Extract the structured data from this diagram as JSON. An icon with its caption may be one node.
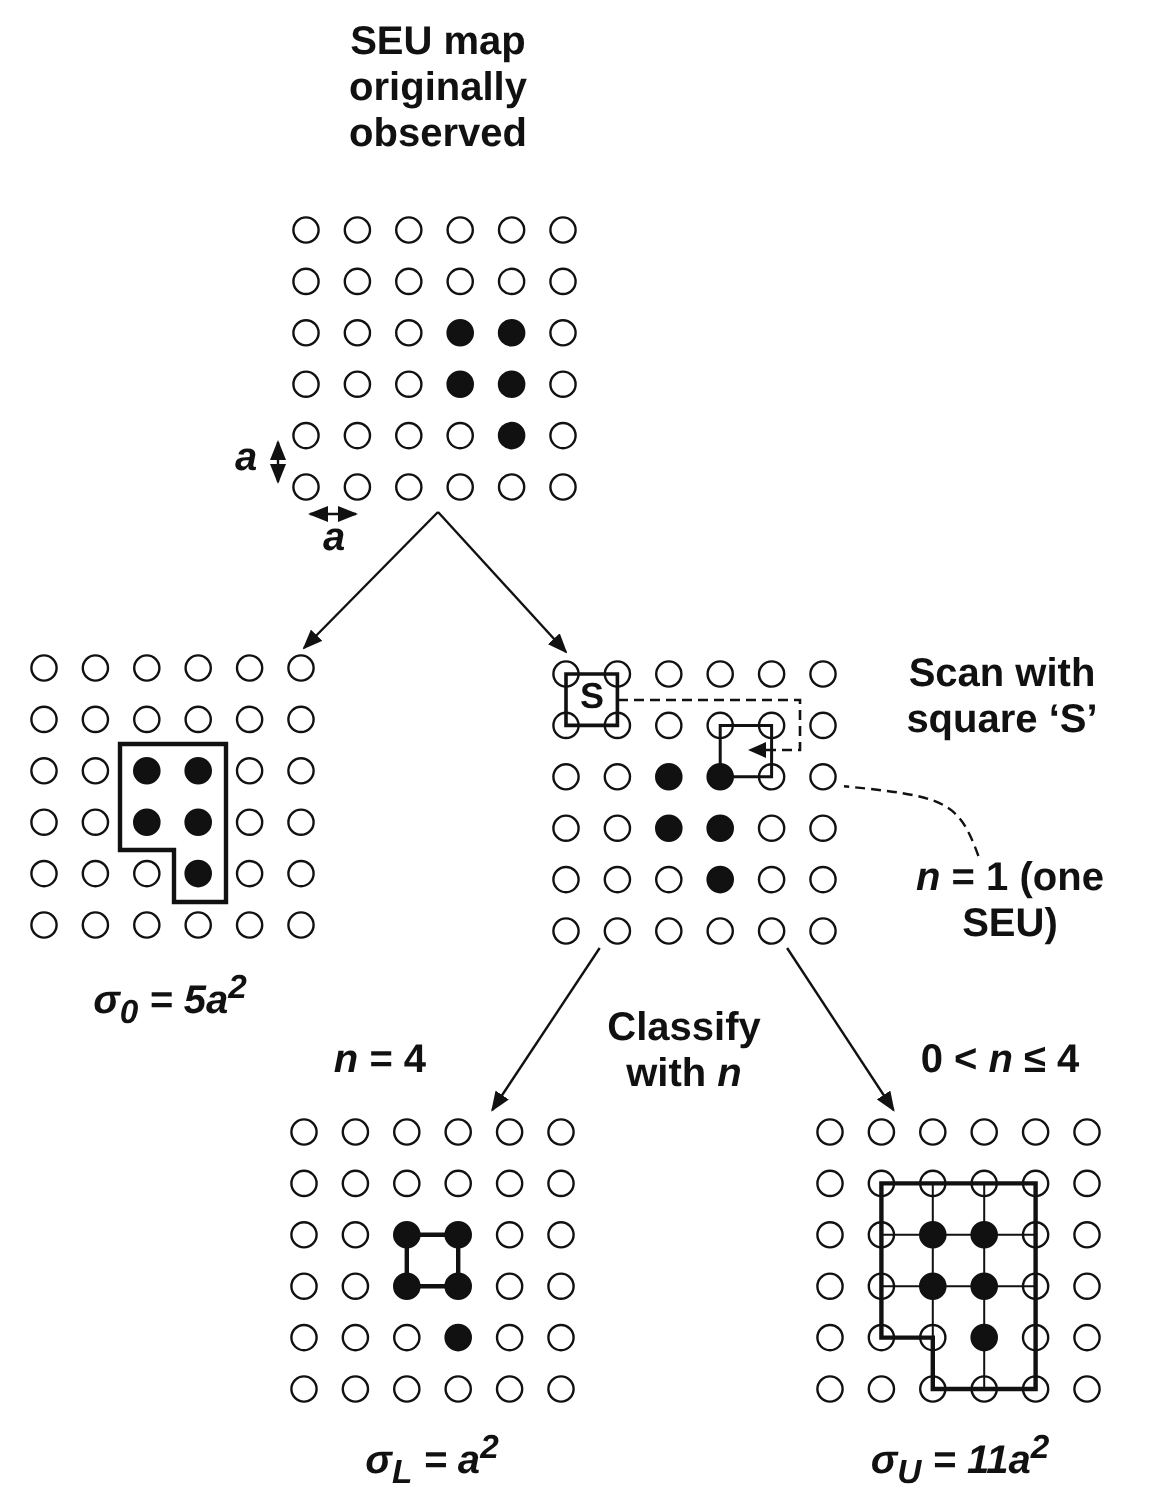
{
  "diagram": {
    "nodes": [
      {
        "text": [
          "SEU map originally observed"
        ]
      },
      {
        "text": [],
        "shape": "grid",
        "beside": [
          "σ$_{0}$ = 5a$^{2}$"
        ]
      },
      {
        "text": [],
        "shape": "grid"
      },
      {
        "text": [],
        "shape": "grid",
        "beside": [
          "σ$_{L}$ = a$^{2}$"
        ]
      },
      {
        "text": [],
        "shape": "grid",
        "beside": [
          "σ$_{U}$ = 11a$^{2}$"
        ]
      },
      {
        "text": [
          "*n* = 1 (one SEU)"
        ]
      }
    ],
    "edges": [
      {
        "from": 0,
        "to": 1,
        "arrow": "to"
      },
      {
        "from": 0,
        "to": 2,
        "arrow": "to"
      },
      {
        "from": 2,
        "to": 3,
        "arrow": "to",
        "label": "*n* = 4"
      },
      {
        "from": 2,
        "to": 4,
        "arrow": "to",
        "label": "0 < *n* ≤ 4"
      },
      {
        "from": 5,
        "to": 2,
        "arrow": "none",
        "style": "dashed"
      }
    ],
    "labels": [
      "*a*",
      "*a*",
      "S",
      "Scan with square ‘S’",
      "Classify with *n*"
    ]
  }
}
